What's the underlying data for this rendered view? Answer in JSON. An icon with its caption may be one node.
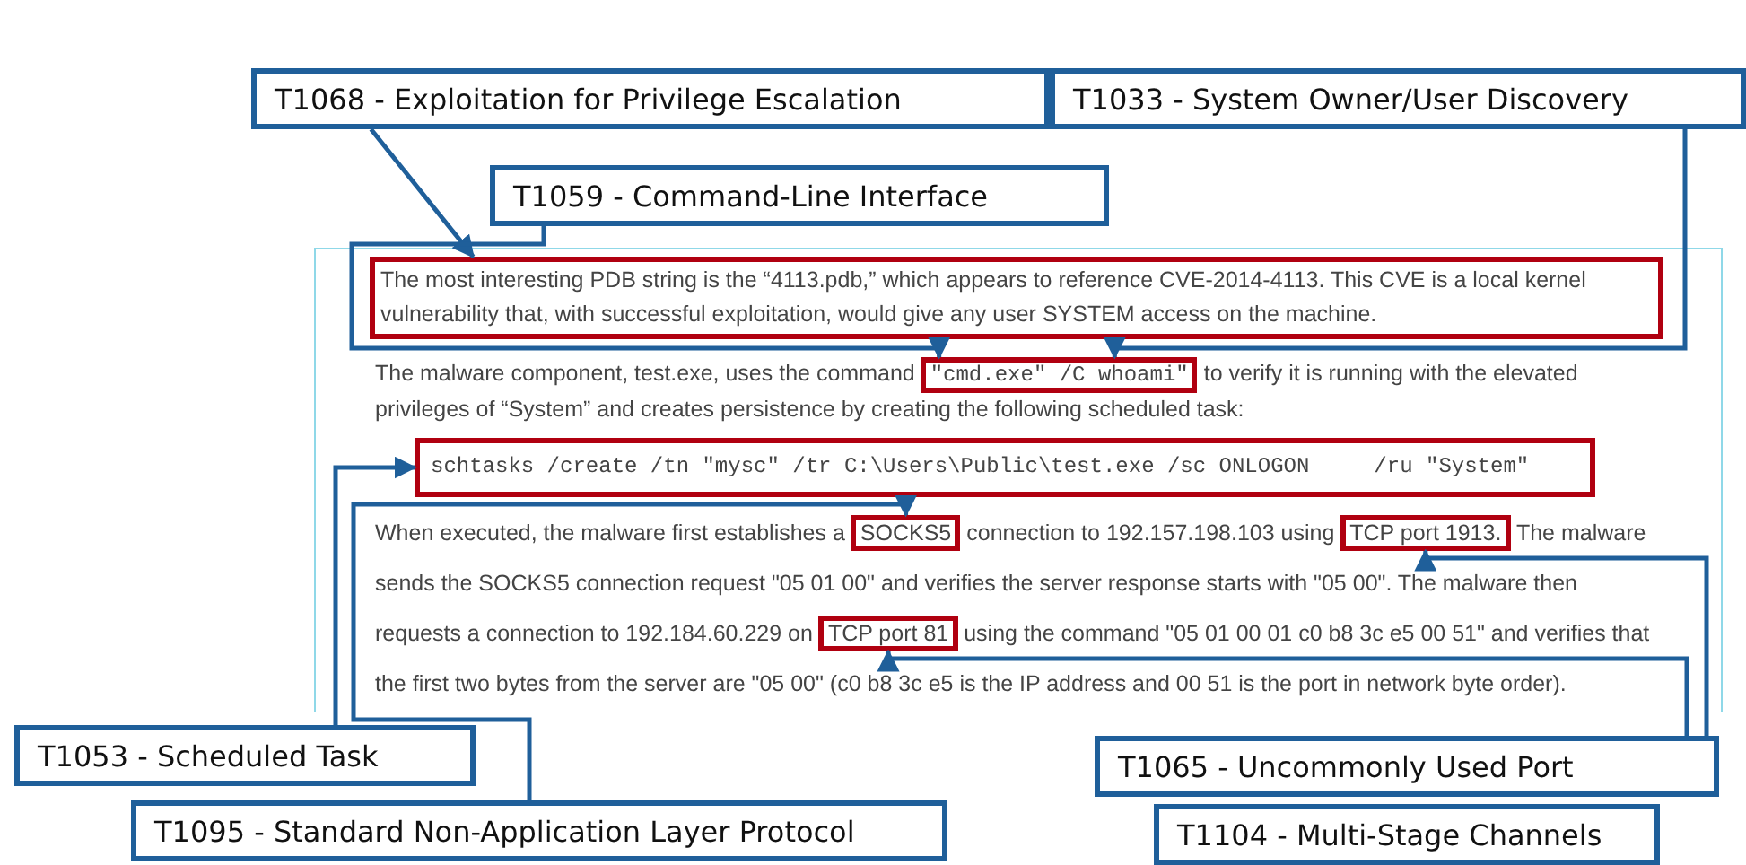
{
  "diagram": {
    "nodes": [
      {
        "text": [
          "T1068 - Exploitation for Privilege Escalation"
        ]
      },
      {
        "text": [
          "T1033 - System Owner/User Discovery"
        ]
      },
      {
        "text": [
          "T1059 - Command-Line Interface"
        ]
      },
      {
        "text": [],
        "shape": "box"
      },
      {
        "text": [
          "The most interesting PDB string is the “4113.pdb,” which appears to reference CVE-2014-4113. This CVE is a local kernel vulnerability that, with successful exploitation, would give any user SYSTEM access on the machine."
        ],
        "in": 3
      },
      {
        "text": [
          "\"cmd.exe\" /C whoami\""
        ],
        "in": 3
      },
      {
        "text": [
          "schtasks /create /tn \"mysc\" /tr C:\\Users\\Public\\test.exe /sc ONLOGON     /ru \"System\""
        ],
        "in": 3
      },
      {
        "text": [
          "SOCKS5"
        ],
        "in": 3
      },
      {
        "text": [
          "TCP port 1913."
        ],
        "in": 3
      },
      {
        "text": [
          "TCP port 81"
        ],
        "in": 3
      },
      {
        "text": [
          "T1053 - Scheduled Task"
        ]
      },
      {
        "text": [
          "T1095 - Standard Non-Application Layer Protocol"
        ]
      },
      {
        "text": [
          "T1065 - Uncommonly Used Port"
        ]
      },
      {
        "text": [
          "T1104 - Multi-Stage Channels"
        ]
      }
    ],
    "edges": [
      {
        "from": 0,
        "to": 4,
        "arrow": "to"
      },
      {
        "from": 1,
        "to": 5,
        "arrow": "to"
      },
      {
        "from": 2,
        "to": 5,
        "arrow": "to"
      },
      {
        "from": 10,
        "to": 6,
        "arrow": "to"
      },
      {
        "from": 11,
        "to": 7,
        "arrow": "to"
      },
      {
        "from": 12,
        "to": 9,
        "arrow": "to"
      },
      {
        "from": 12,
        "to": 8,
        "arrow": "to"
      }
    ],
    "labels": [
      "The malware component, test.exe, uses the command",
      "to verify it is running with the elevated privileges of “System” and creates persistence by creating the following scheduled task:",
      "When executed, the malware first establishes a",
      "connection to 192.157.198.103 using",
      "The malware sends the SOCKS5 connection request \"05 01 00\" and verifies the server response starts with \"05 00\". The malware then requests a connection to 192.184.60.229 on",
      "using the command \"05 01 00 01 c0 b8 3c e5 00 51\" and verifies that the first two bytes from the server are \"05 00\" (c0 b8 3c e5 is the IP address and 00 51 is the port in network byte order)."
    ]
  }
}
